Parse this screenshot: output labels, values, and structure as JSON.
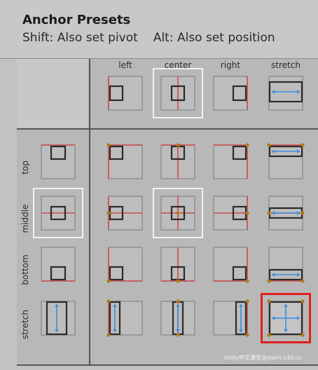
{
  "header": {
    "title": "Anchor Presets",
    "shift_hint": "Shift: Also set pivot",
    "alt_hint": "Alt: Also set position"
  },
  "columns": [
    "left",
    "center",
    "right",
    "stretch"
  ],
  "rows": [
    "top",
    "middle",
    "bottom",
    "stretch"
  ],
  "watermark": "Unity中文课堂@learn.u3d.cn",
  "colors": {
    "red_line": "#d04a4a",
    "anchor_dot": "#b07a18",
    "arrow_blue": "#3a8fe0",
    "highlight": "#f2f2f2",
    "selected": "#e02020"
  }
}
